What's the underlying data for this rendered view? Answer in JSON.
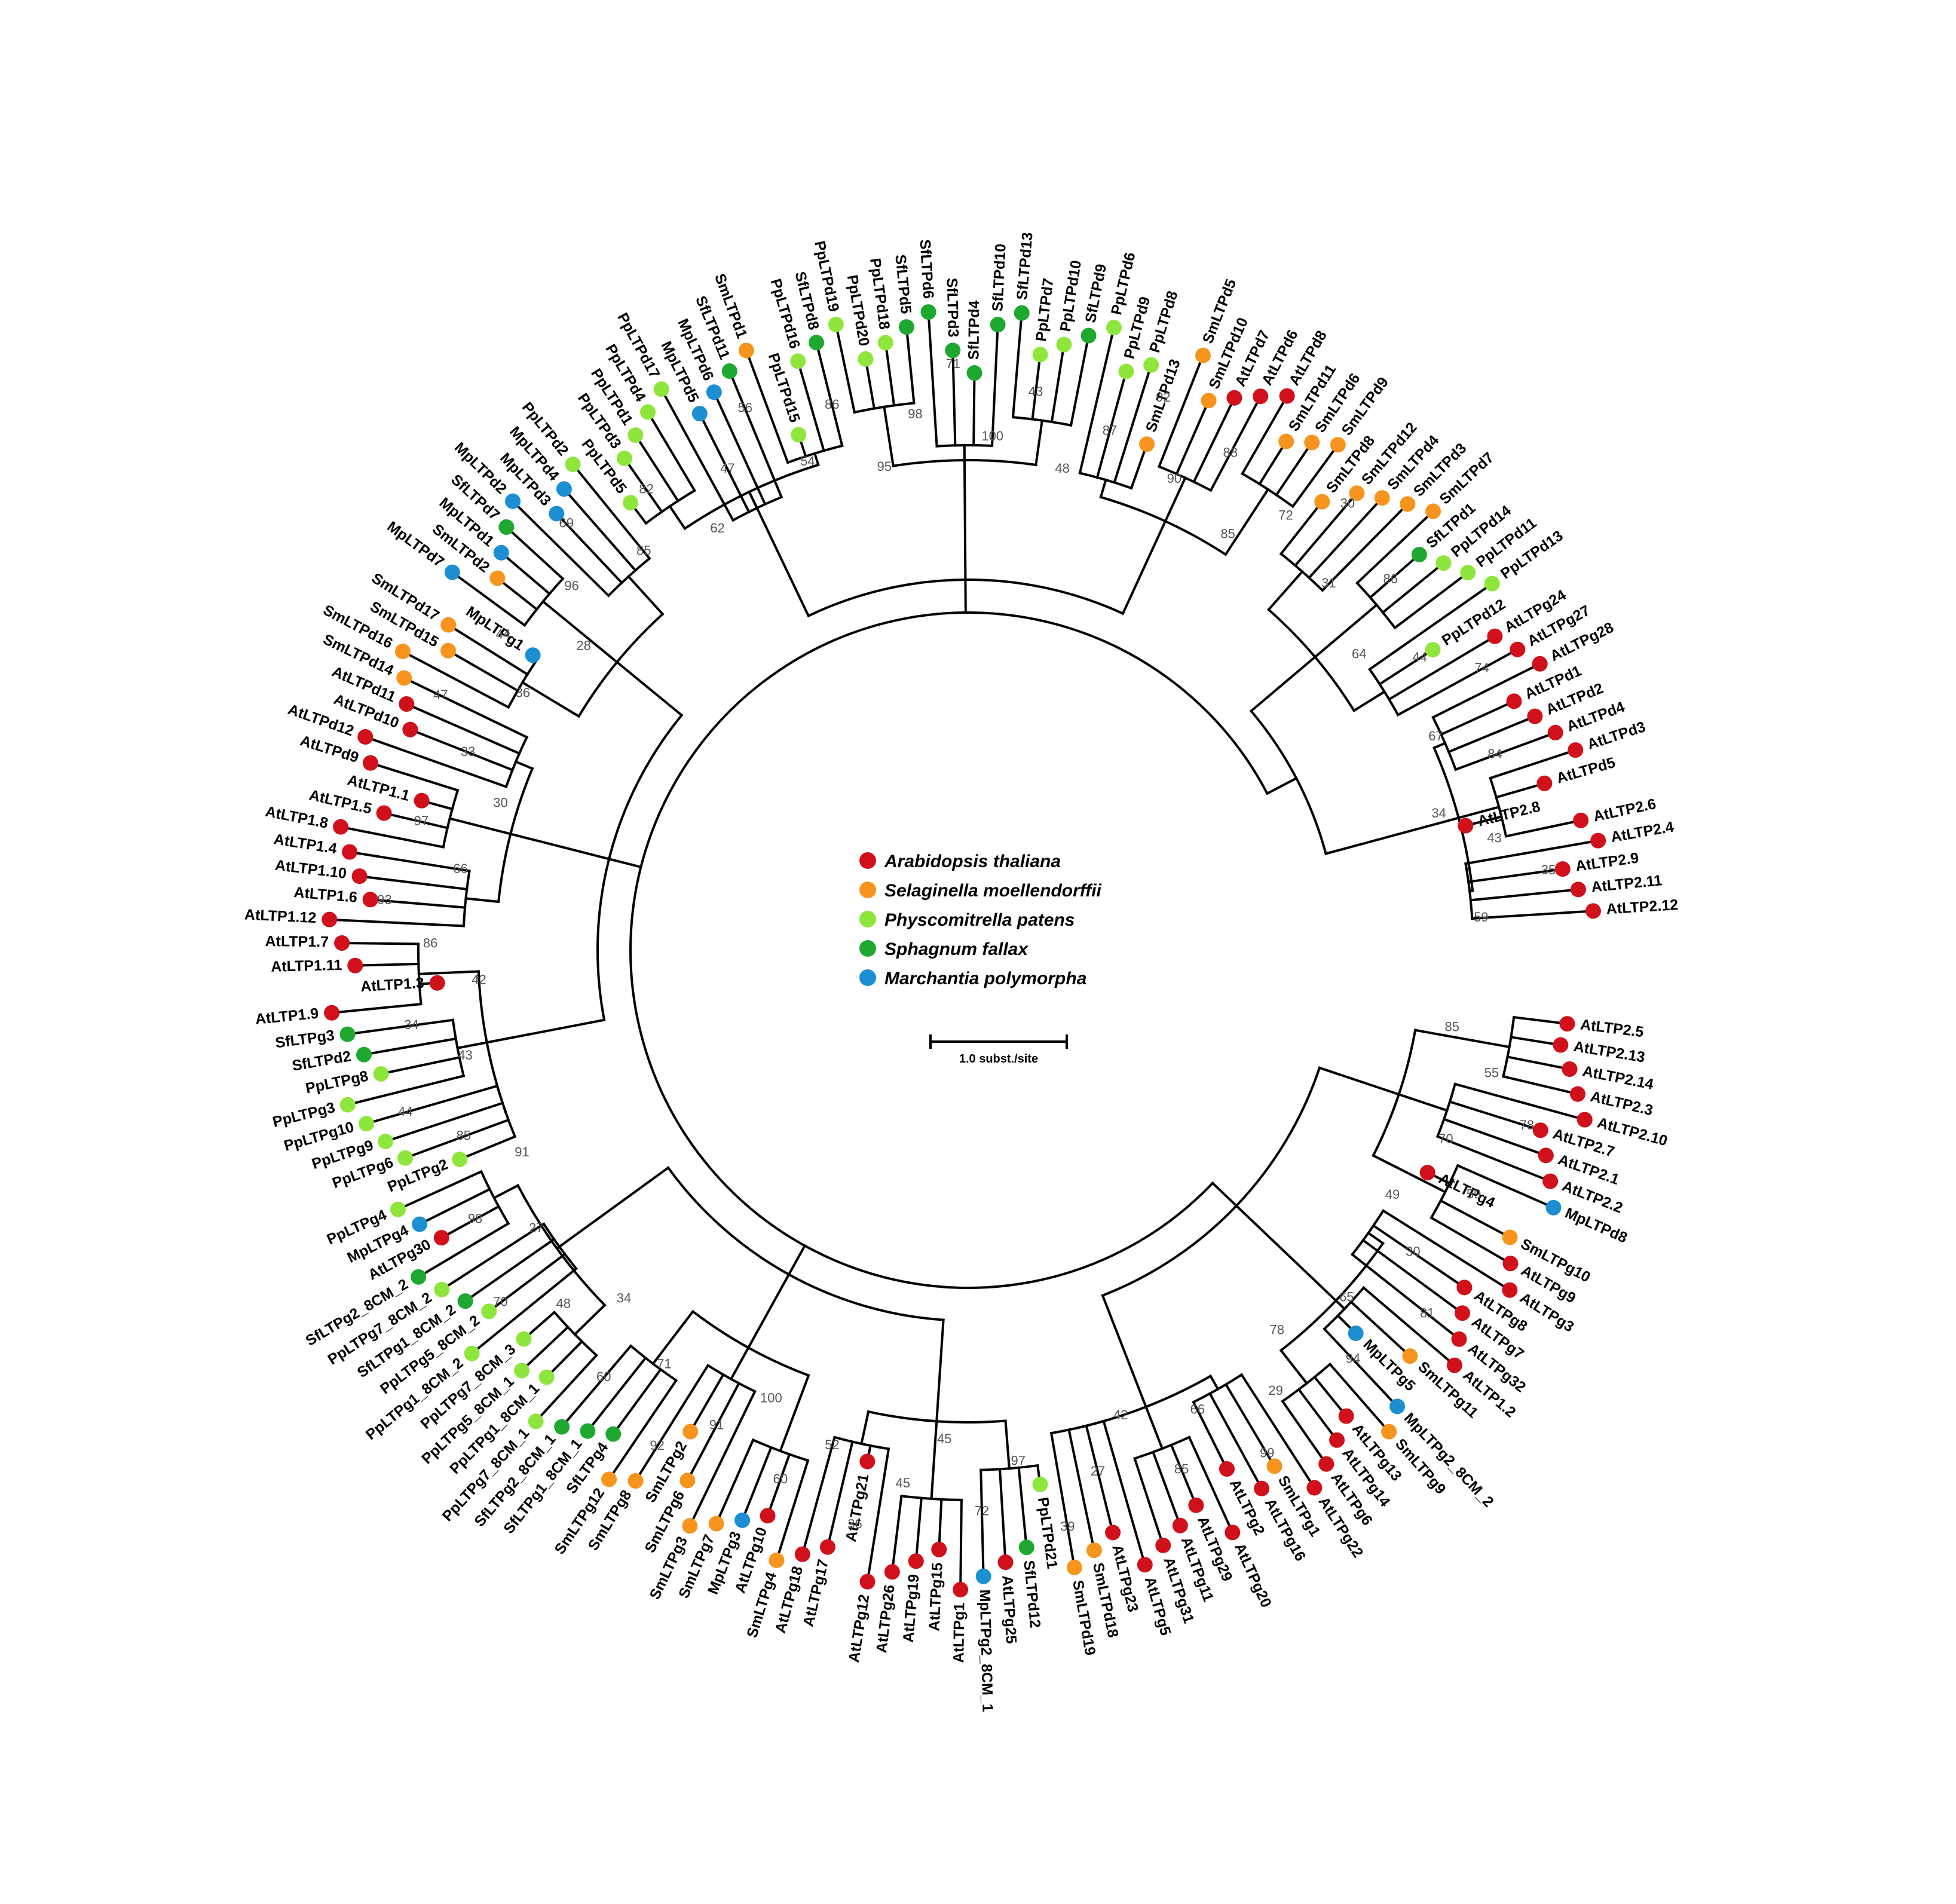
{
  "species": [
    {
      "key": "At",
      "name": "Arabidopsis thaliana",
      "color": "#d0101a"
    },
    {
      "key": "Sm",
      "name": "Selaginella moellendorffii",
      "color": "#f7941d"
    },
    {
      "key": "Pp",
      "name": "Physcomitrella patens",
      "color": "#8ee63c"
    },
    {
      "key": "Sf",
      "name": "Sphagnum fallax",
      "color": "#1ea830"
    },
    {
      "key": "Mp",
      "name": "Marchantia polymorpha",
      "color": "#1b8fd2"
    }
  ],
  "scale_bar": {
    "label": "1.0 subst./site"
  },
  "tips": [
    {
      "label": "AtLTP2.5",
      "sp": "At"
    },
    {
      "label": "AtLTP2.13",
      "sp": "At"
    },
    {
      "label": "AtLTP2.14",
      "sp": "At"
    },
    {
      "label": "AtLTP2.3",
      "sp": "At"
    },
    {
      "label": "AtLTP2.10",
      "sp": "At"
    },
    {
      "label": "AtLTP2.7",
      "sp": "At"
    },
    {
      "label": "AtLTP2.1",
      "sp": "At"
    },
    {
      "label": "AtLTP2.2",
      "sp": "At"
    },
    {
      "label": "MpLTPd8",
      "sp": "Mp"
    },
    {
      "label": "AtLTPg4",
      "sp": "At"
    },
    {
      "label": "SmLTPg10",
      "sp": "Sm"
    },
    {
      "label": "AtLTPg9",
      "sp": "At"
    },
    {
      "label": "AtLTPg3",
      "sp": "At"
    },
    {
      "label": "AtLTPg8",
      "sp": "At"
    },
    {
      "label": "AtLTPg7",
      "sp": "At"
    },
    {
      "label": "AtLTPg32",
      "sp": "At"
    },
    {
      "label": "AtLTP1.2",
      "sp": "At"
    },
    {
      "label": "SmLTPg11",
      "sp": "Sm"
    },
    {
      "label": "MpLTPg5",
      "sp": "Mp"
    },
    {
      "label": "MpLTPg2_8CM_2",
      "sp": "Mp"
    },
    {
      "label": "SmLTPg9",
      "sp": "Sm"
    },
    {
      "label": "AtLTPg13",
      "sp": "At"
    },
    {
      "label": "AtLTPg14",
      "sp": "At"
    },
    {
      "label": "AtLTPg6",
      "sp": "At"
    },
    {
      "label": "AtLTPg22",
      "sp": "At"
    },
    {
      "label": "SmLTPg1",
      "sp": "Sm"
    },
    {
      "label": "AtLTPg16",
      "sp": "At"
    },
    {
      "label": "AtLTPg2",
      "sp": "At"
    },
    {
      "label": "AtLTPg20",
      "sp": "At"
    },
    {
      "label": "AtLTPg29",
      "sp": "At"
    },
    {
      "label": "AtLTPg11",
      "sp": "At"
    },
    {
      "label": "AtLTPg31",
      "sp": "At"
    },
    {
      "label": "AtLTPg5",
      "sp": "At"
    },
    {
      "label": "AtLTPg23",
      "sp": "At"
    },
    {
      "label": "SmLTPd18",
      "sp": "Sm"
    },
    {
      "label": "SmLTPd19",
      "sp": "Sm"
    },
    {
      "label": "PpLTPd21",
      "sp": "Pp"
    },
    {
      "label": "SfLTPd12",
      "sp": "Sf"
    },
    {
      "label": "AtLTPg25",
      "sp": "At"
    },
    {
      "label": "MpLTPg2_8CM_1",
      "sp": "Mp"
    },
    {
      "label": "AtLTPg1",
      "sp": "At"
    },
    {
      "label": "AtLTPg15",
      "sp": "At"
    },
    {
      "label": "AtLTPg19",
      "sp": "At"
    },
    {
      "label": "AtLTPg26",
      "sp": "At"
    },
    {
      "label": "AtLTPg12",
      "sp": "At"
    },
    {
      "label": "AtLTPg21",
      "sp": "At"
    },
    {
      "label": "AtLTPg17",
      "sp": "At"
    },
    {
      "label": "AtLTPg18",
      "sp": "At"
    },
    {
      "label": "SmLTPg4",
      "sp": "Sm"
    },
    {
      "label": "AtLTPg10",
      "sp": "At"
    },
    {
      "label": "MpLTPg3",
      "sp": "Mp"
    },
    {
      "label": "SmLTPg7",
      "sp": "Sm"
    },
    {
      "label": "SmLTPg3",
      "sp": "Sm"
    },
    {
      "label": "SmLTPg6",
      "sp": "Sm"
    },
    {
      "label": "SmLTPg2",
      "sp": "Sm"
    },
    {
      "label": "SmLTPg8",
      "sp": "Sm"
    },
    {
      "label": "SmLTPg12",
      "sp": "Sm"
    },
    {
      "label": "SfLTPg4",
      "sp": "Sf"
    },
    {
      "label": "SfLTPg1_8CM_1",
      "sp": "Sf"
    },
    {
      "label": "SfLTPg2_8CM_1",
      "sp": "Sf"
    },
    {
      "label": "PpLTPg7_8CM_1",
      "sp": "Pp"
    },
    {
      "label": "PpLTPg1_8CM_1",
      "sp": "Pp"
    },
    {
      "label": "PpLTPg5_8CM_1",
      "sp": "Pp"
    },
    {
      "label": "PpLTPg7_8CM_3",
      "sp": "Pp"
    },
    {
      "label": "PpLTPg1_8CM_2",
      "sp": "Pp"
    },
    {
      "label": "PpLTPg5_8CM_2",
      "sp": "Pp"
    },
    {
      "label": "SfLTPg1_8CM_2",
      "sp": "Sf"
    },
    {
      "label": "PpLTPg7_8CM_2",
      "sp": "Pp"
    },
    {
      "label": "SfLTPg2_8CM_2",
      "sp": "Sf"
    },
    {
      "label": "AtLTPg30",
      "sp": "At"
    },
    {
      "label": "MpLTPg4",
      "sp": "Mp"
    },
    {
      "label": "PpLTPg4",
      "sp": "Pp"
    },
    {
      "label": "PpLTPg2",
      "sp": "Pp"
    },
    {
      "label": "PpLTPg6",
      "sp": "Pp"
    },
    {
      "label": "PpLTPg9",
      "sp": "Pp"
    },
    {
      "label": "PpLTPg10",
      "sp": "Pp"
    },
    {
      "label": "PpLTPg3",
      "sp": "Pp"
    },
    {
      "label": "PpLTPg8",
      "sp": "Pp"
    },
    {
      "label": "SfLTPd2",
      "sp": "Sf"
    },
    {
      "label": "SfLTPg3",
      "sp": "Sf"
    },
    {
      "label": "AtLTP1.9",
      "sp": "At"
    },
    {
      "label": "AtLTP1.3",
      "sp": "At"
    },
    {
      "label": "AtLTP1.11",
      "sp": "At"
    },
    {
      "label": "AtLTP1.7",
      "sp": "At"
    },
    {
      "label": "AtLTP1.12",
      "sp": "At"
    },
    {
      "label": "AtLTP1.6",
      "sp": "At"
    },
    {
      "label": "AtLTP1.10",
      "sp": "At"
    },
    {
      "label": "AtLTP1.4",
      "sp": "At"
    },
    {
      "label": "AtLTP1.8",
      "sp": "At"
    },
    {
      "label": "AtLTP1.5",
      "sp": "At"
    },
    {
      "label": "AtLTP1.1",
      "sp": "At"
    },
    {
      "label": "AtLTPd9",
      "sp": "At"
    },
    {
      "label": "AtLTPd12",
      "sp": "At"
    },
    {
      "label": "AtLTPd10",
      "sp": "At"
    },
    {
      "label": "AtLTPd11",
      "sp": "At"
    },
    {
      "label": "SmLTPd14",
      "sp": "Sm"
    },
    {
      "label": "SmLTPd16",
      "sp": "Sm"
    },
    {
      "label": "SmLTPd15",
      "sp": "Sm"
    },
    {
      "label": "SmLTPd17",
      "sp": "Sm"
    },
    {
      "label": "MpLTPg1",
      "sp": "Mp"
    },
    {
      "label": "MpLTPd7",
      "sp": "Mp"
    },
    {
      "label": "SmLTPd2",
      "sp": "Sm"
    },
    {
      "label": "MpLTPd1",
      "sp": "Mp"
    },
    {
      "label": "SfLTPd7",
      "sp": "Sf"
    },
    {
      "label": "MpLTPd2",
      "sp": "Mp"
    },
    {
      "label": "MpLTPd3",
      "sp": "Mp"
    },
    {
      "label": "MpLTPd4",
      "sp": "Mp"
    },
    {
      "label": "PpLTPd2",
      "sp": "Pp"
    },
    {
      "label": "PpLTPd5",
      "sp": "Pp"
    },
    {
      "label": "PpLTPd3",
      "sp": "Pp"
    },
    {
      "label": "PpLTPd1",
      "sp": "Pp"
    },
    {
      "label": "PpLTPd4",
      "sp": "Pp"
    },
    {
      "label": "PpLTPd17",
      "sp": "Pp"
    },
    {
      "label": "MpLTPd5",
      "sp": "Mp"
    },
    {
      "label": "MpLTPd6",
      "sp": "Mp"
    },
    {
      "label": "SfLTPd11",
      "sp": "Sf"
    },
    {
      "label": "SmLTPd1",
      "sp": "Sm"
    },
    {
      "label": "PpLTPd15",
      "sp": "Pp"
    },
    {
      "label": "PpLTPd16",
      "sp": "Pp"
    },
    {
      "label": "SfLTPd8",
      "sp": "Sf"
    },
    {
      "label": "PpLTPd19",
      "sp": "Pp"
    },
    {
      "label": "PpLTPd20",
      "sp": "Pp"
    },
    {
      "label": "PpLTPd18",
      "sp": "Pp"
    },
    {
      "label": "SfLTPd5",
      "sp": "Sf"
    },
    {
      "label": "SfLTPd6",
      "sp": "Sf"
    },
    {
      "label": "SfLTPd3",
      "sp": "Sf"
    },
    {
      "label": "SfLTPd4",
      "sp": "Sf"
    },
    {
      "label": "SfLTPd10",
      "sp": "Sf"
    },
    {
      "label": "SfLTPd13",
      "sp": "Sf"
    },
    {
      "label": "PpLTPd7",
      "sp": "Pp"
    },
    {
      "label": "PpLTPd10",
      "sp": "Pp"
    },
    {
      "label": "SfLTPd9",
      "sp": "Sf"
    },
    {
      "label": "PpLTPd6",
      "sp": "Pp"
    },
    {
      "label": "PpLTPd9",
      "sp": "Pp"
    },
    {
      "label": "PpLTPd8",
      "sp": "Pp"
    },
    {
      "label": "SmLTPd13",
      "sp": "Sm"
    },
    {
      "label": "SmLTPd5",
      "sp": "Sm"
    },
    {
      "label": "SmLTPd10",
      "sp": "Sm"
    },
    {
      "label": "AtLTPd7",
      "sp": "At"
    },
    {
      "label": "AtLTPd6",
      "sp": "At"
    },
    {
      "label": "AtLTPd8",
      "sp": "At"
    },
    {
      "label": "SmLTPd11",
      "sp": "Sm"
    },
    {
      "label": "SmLTPd6",
      "sp": "Sm"
    },
    {
      "label": "SmLTPd9",
      "sp": "Sm"
    },
    {
      "label": "SmLTPd8",
      "sp": "Sm"
    },
    {
      "label": "SmLTPd12",
      "sp": "Sm"
    },
    {
      "label": "SmLTPd4",
      "sp": "Sm"
    },
    {
      "label": "SmLTPd3",
      "sp": "Sm"
    },
    {
      "label": "SmLTPd7",
      "sp": "Sm"
    },
    {
      "label": "SfLTPd1",
      "sp": "Sf"
    },
    {
      "label": "PpLTPd14",
      "sp": "Pp"
    },
    {
      "label": "PpLTPd11",
      "sp": "Pp"
    },
    {
      "label": "PpLTPd13",
      "sp": "Pp"
    },
    {
      "label": "PpLTPd12",
      "sp": "Pp"
    },
    {
      "label": "AtLTPg24",
      "sp": "At"
    },
    {
      "label": "AtLTPg27",
      "sp": "At"
    },
    {
      "label": "AtLTPg28",
      "sp": "At"
    },
    {
      "label": "AtLTPd1",
      "sp": "At"
    },
    {
      "label": "AtLTPd2",
      "sp": "At"
    },
    {
      "label": "AtLTPd4",
      "sp": "At"
    },
    {
      "label": "AtLTPd3",
      "sp": "At"
    },
    {
      "label": "AtLTPd5",
      "sp": "At"
    },
    {
      "label": "AtLTP2.8",
      "sp": "At"
    },
    {
      "label": "AtLTP2.6",
      "sp": "At"
    },
    {
      "label": "AtLTP2.4",
      "sp": "At"
    },
    {
      "label": "AtLTP2.9",
      "sp": "At"
    },
    {
      "label": "AtLTP2.11",
      "sp": "At"
    },
    {
      "label": "AtLTP2.12",
      "sp": "At"
    }
  ],
  "support_values": [
    "85",
    "55",
    "78",
    "70",
    "59",
    "49",
    "30",
    "81",
    "65",
    "94",
    "78",
    "29",
    "99",
    "66",
    "85",
    "42",
    "27",
    "39",
    "97",
    "72",
    "45",
    "45",
    "36",
    "52",
    "60",
    "100",
    "91",
    "92",
    "71",
    "60",
    "34",
    "48",
    "70",
    "27",
    "98",
    "91",
    "85",
    "44",
    "43",
    "34",
    "42",
    "86",
    "93",
    "66",
    "97",
    "30",
    "33",
    "47",
    "36",
    "44",
    "28",
    "96",
    "69",
    "85",
    "82",
    "62",
    "47",
    "56",
    "54",
    "86",
    "95",
    "98",
    "71",
    "100",
    "43",
    "48",
    "87",
    "92",
    "90",
    "88",
    "85",
    "72",
    "30",
    "31",
    "86",
    "64",
    "44",
    "74",
    "67",
    "84",
    "34",
    "43",
    "35",
    "59"
  ]
}
